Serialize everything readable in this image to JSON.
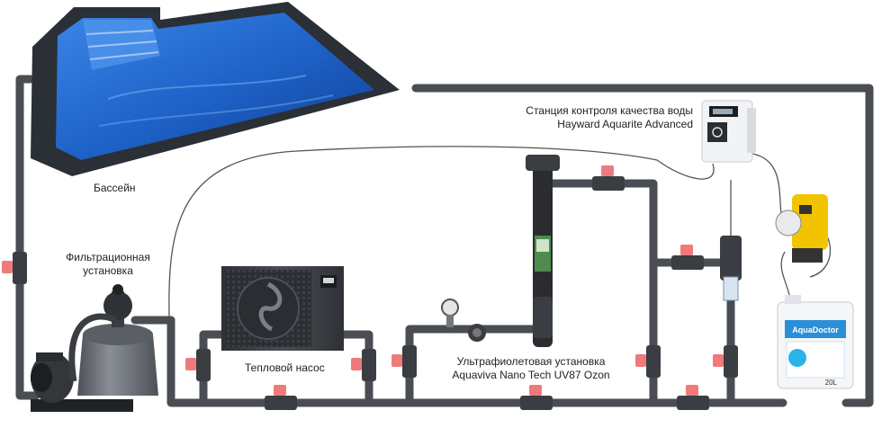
{
  "labels": {
    "pool": "Бассейн",
    "filter_line1": "Фильтрационная",
    "filter_line2": "установка",
    "heat_pump": "Тепловой насос",
    "uv_line1": "Ультрафиолетовая установка",
    "uv_line2": "Aquaviva Nano Tech UV87 Ozon",
    "station_line1": "Станция контроля качества воды",
    "station_line2": "Hayward Aquarite Advanced"
  },
  "canister": {
    "brand": "AquaDoctor",
    "volume": "20L"
  },
  "colors": {
    "pipe": "#4a4d52",
    "valve_handle": "#f07a7a",
    "pool_water": "#1f63c9",
    "pool_rim": "#2b2f36",
    "filter_tank": "#6c7178",
    "dosing_pump": "#f2c400",
    "uv_body": "#2a2c30",
    "heat_pump_body": "#3a3d42"
  }
}
